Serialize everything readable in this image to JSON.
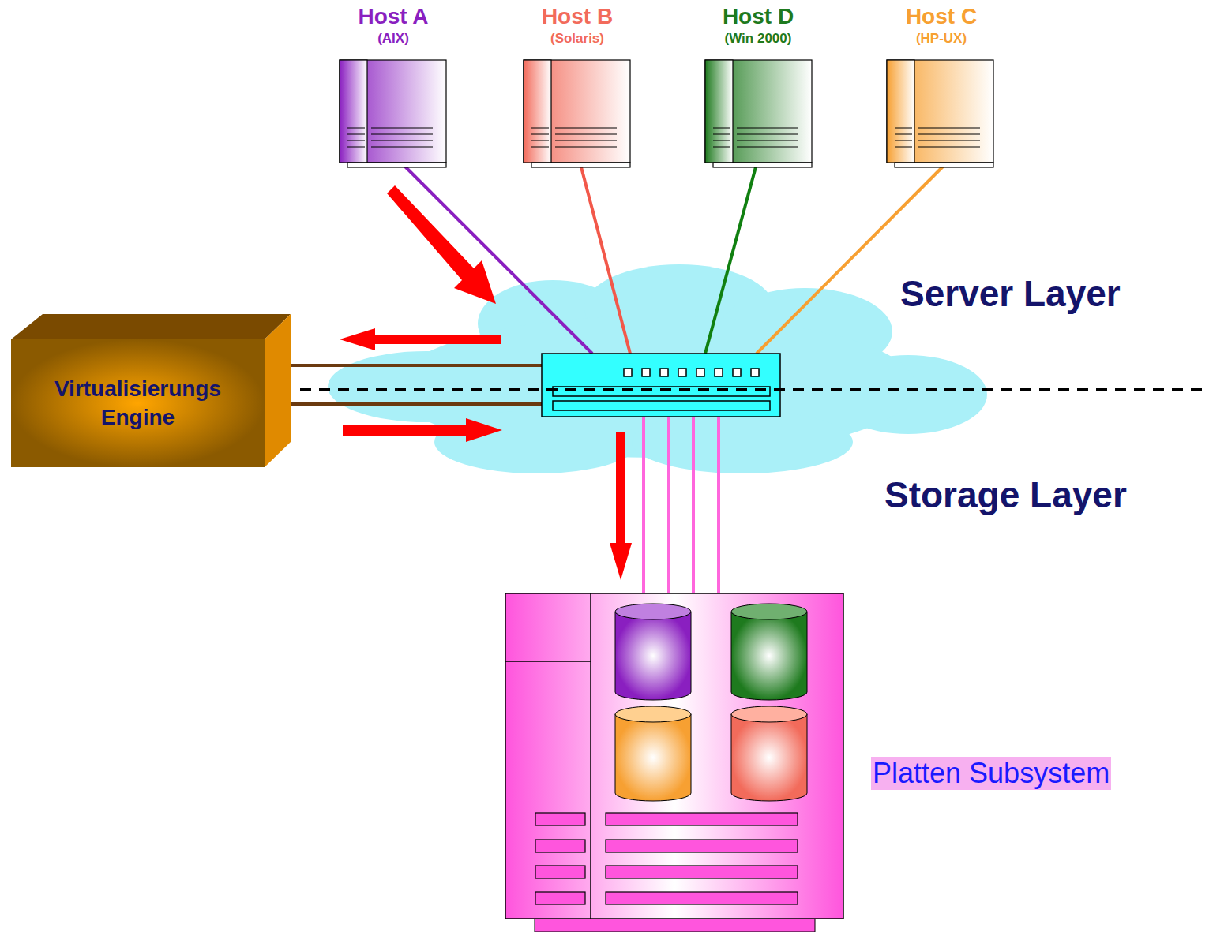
{
  "diagram": {
    "nodes": [
      {
        "text": [
          "Host A",
          "(AIX)"
        ]
      },
      {
        "text": [
          "Host B",
          "(Solaris)"
        ]
      },
      {
        "text": [
          "Host D",
          "(Win 2000)"
        ]
      },
      {
        "text": [
          "Host C",
          "(HP-UX)"
        ]
      },
      {
        "text": [
          "Virtualisierungs Engine"
        ]
      },
      {
        "text": [
          "Platten Subsystem"
        ]
      }
    ],
    "labels": [
      "Server Layer",
      "Storage Layer"
    ]
  }
}
